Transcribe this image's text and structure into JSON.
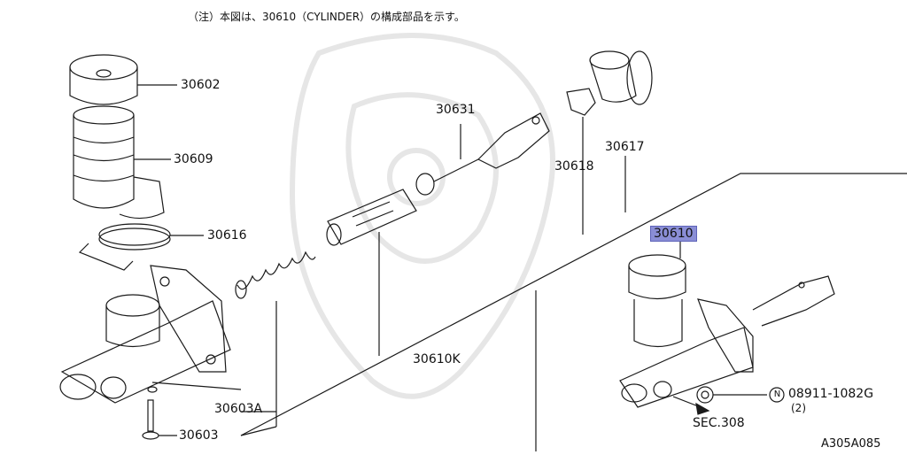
{
  "note": "（注）本図は、30610（CYLINDER）の構成部品を示す。",
  "parts": {
    "p30602": "30602",
    "p30609": "30609",
    "p30616": "30616",
    "p30631": "30631",
    "p30618": "30618",
    "p30617": "30617",
    "p30610": "30610",
    "p30610k": "30610K",
    "p30603a": "30603A",
    "p30603": "30603",
    "p08911": "08911-1082G",
    "p08911_qty": "(2)",
    "nut_symbol": "N",
    "sec": "SEC.308"
  },
  "figure_id": "A305A085",
  "colors": {
    "line": "#1a1a1a",
    "highlight": "#8a8ed6",
    "watermark": "#ececec"
  }
}
